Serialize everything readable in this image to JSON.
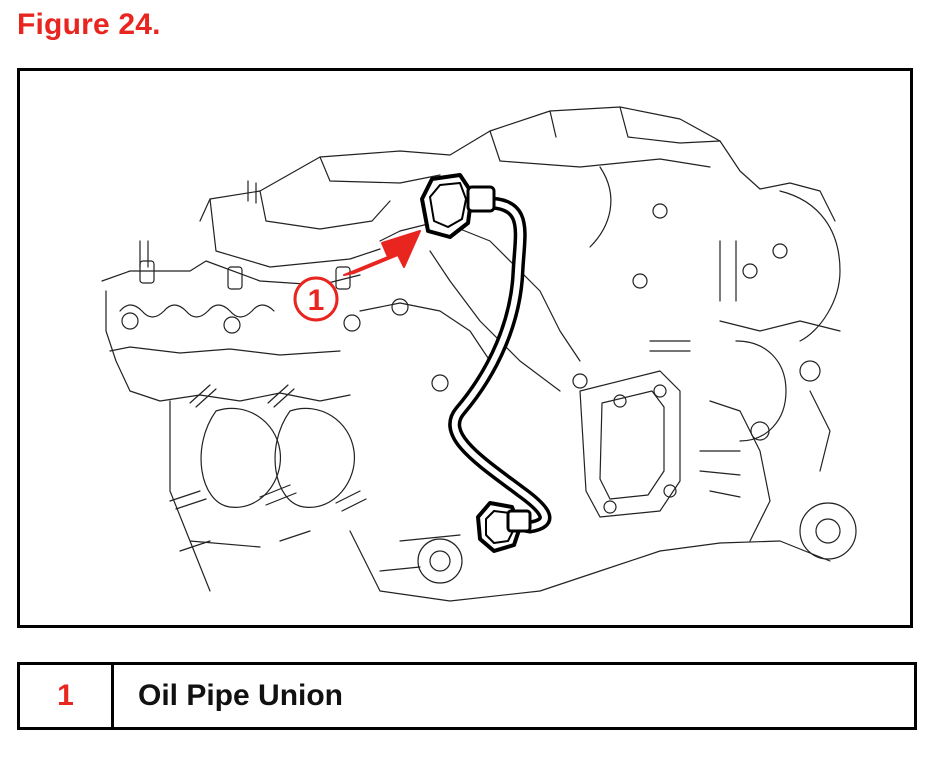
{
  "figure": {
    "title": "Figure 24."
  },
  "callouts": [
    {
      "number": "1"
    }
  ],
  "legend": {
    "rows": [
      {
        "number": "1",
        "label": "Oil Pipe Union"
      }
    ]
  },
  "colors": {
    "accent_red": "#e8251f",
    "line_art": "#000000",
    "background": "#ffffff"
  }
}
